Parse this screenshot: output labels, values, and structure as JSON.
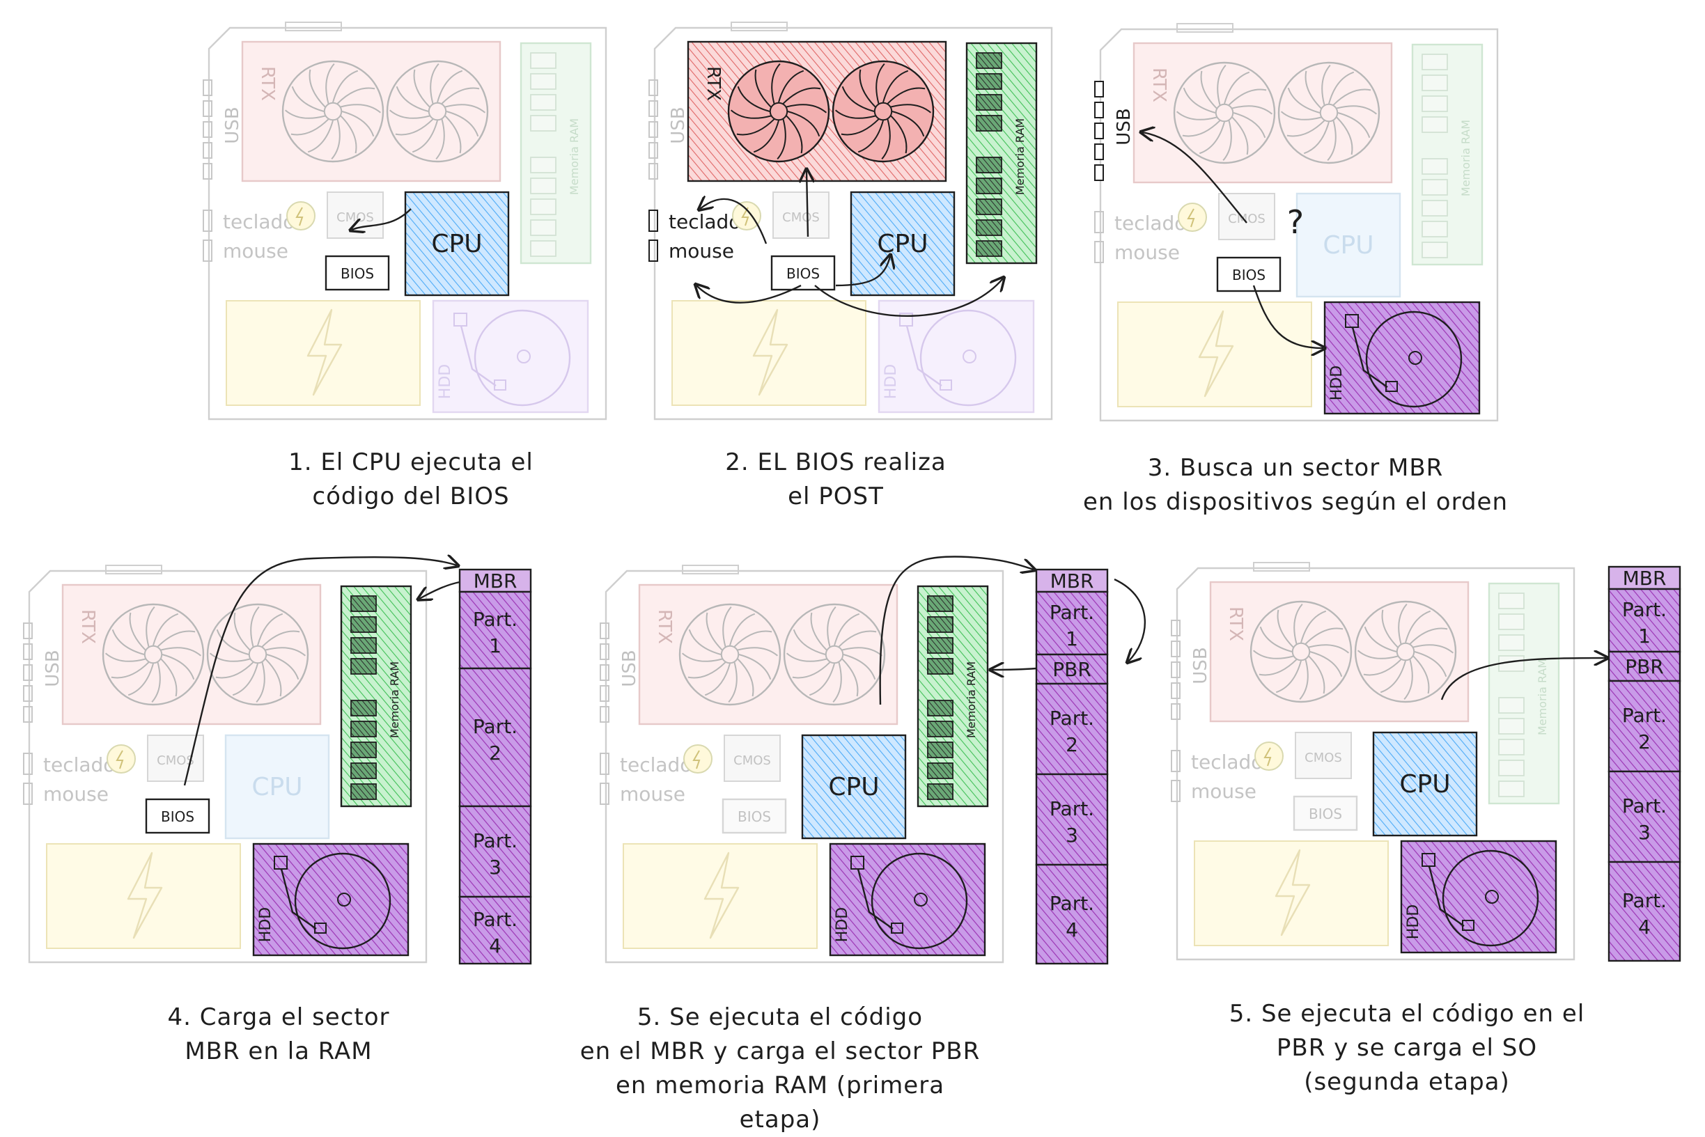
{
  "labels": {
    "rtx": "RTX",
    "usb": "USB",
    "cmos": "CMOS",
    "cpu": "CPU",
    "bios": "BIOS",
    "ram": "Memoria RAM",
    "hdd": "HDD",
    "keyboard": "teclado",
    "mouse": "mouse",
    "mbr": "MBR",
    "pbr": "PBR",
    "part1": "Part.\n1",
    "part2": "Part.\n2",
    "part3": "Part.\n3",
    "part4": "Part.\n4",
    "question": "?"
  },
  "steps": [
    {
      "caption": "1. El CPU ejecuta el\ncódigo del BIOS"
    },
    {
      "caption": "2. EL BIOS realiza\nel POST"
    },
    {
      "caption": "3. Busca un sector MBR\nen los dispositivos según el orden"
    },
    {
      "caption": "4. Carga el sector\nMBR en la RAM"
    },
    {
      "caption": "5. Se ejecuta el código\nen el MBR y carga el sector PBR\nen memoria RAM (primera etapa)"
    },
    {
      "caption": "5. Se ejecuta el código en el\nPBR y se carga el SO\n(segunda etapa)"
    }
  ],
  "colors": {
    "gpu": "#ffc9c9",
    "gpu_active": "#f7a8a8",
    "cpu": "#a5d8ff",
    "ram": "#b2f2bb",
    "hdd": "#d0bfff",
    "hdd_active": "#be4bdb",
    "psu": "#fff3bf",
    "stroke": "#1e1e1e",
    "ram_stroke": "#2f9e44",
    "cpu_stroke": "#1971c2"
  }
}
